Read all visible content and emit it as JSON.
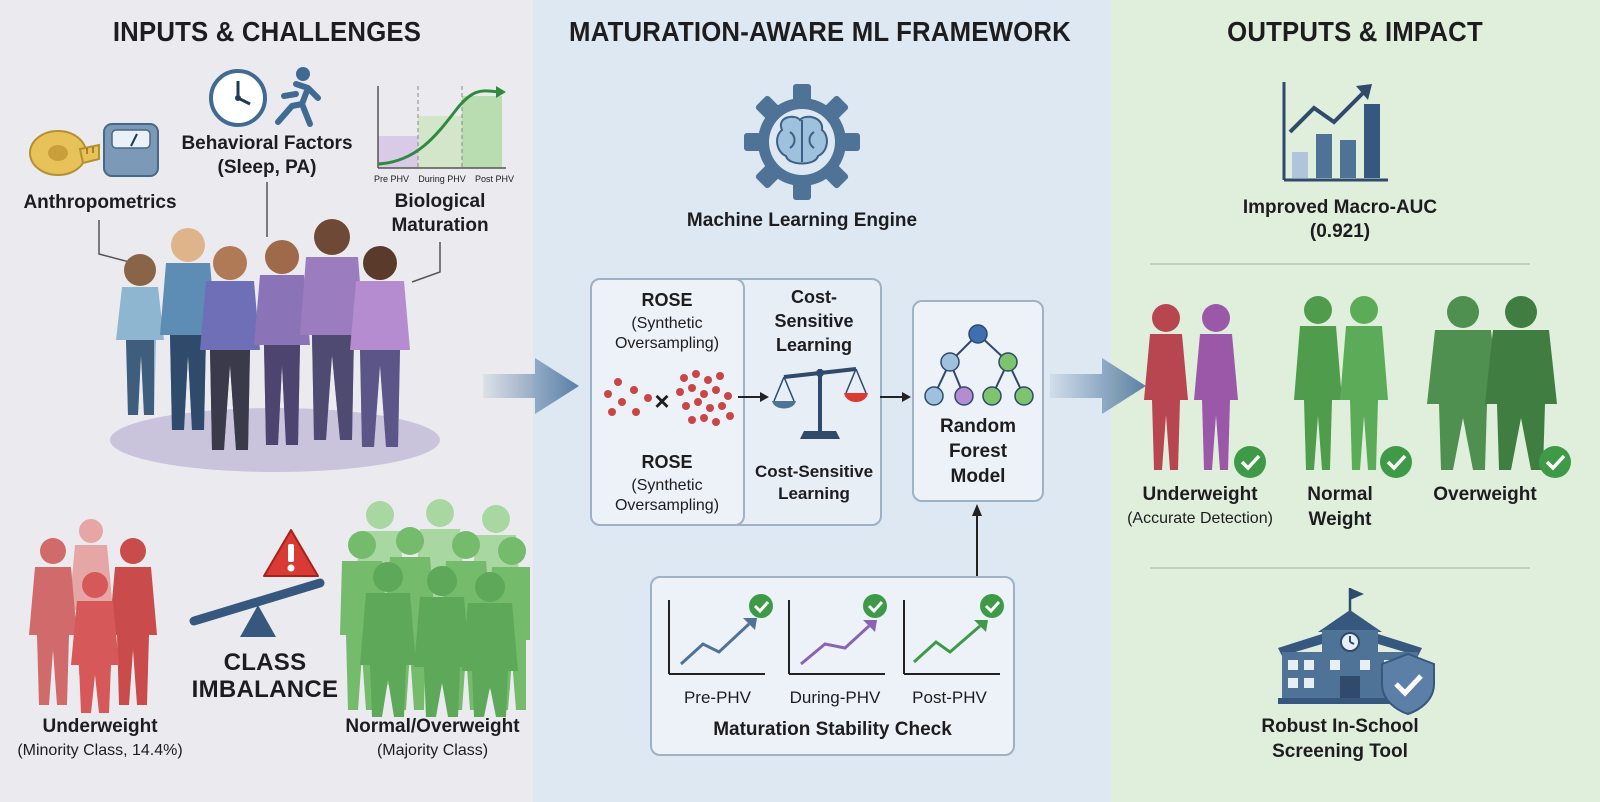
{
  "sections": {
    "inputs": "INPUTS & CHALLENGES",
    "framework": "MATURATION-AWARE ML FRAMEWORK",
    "outputs": "OUTPUTS & IMPACT"
  },
  "inputs": {
    "anthropometrics": "Anthropometrics",
    "behavioral_line1": "Behavioral Factors",
    "behavioral_line2": "(Sleep, PA)",
    "maturation_line1": "Biological",
    "maturation_line2": "Maturation",
    "phv_axis": [
      "Pre PHV",
      "During PHV",
      "Post PHV"
    ],
    "imbalance_line1": "CLASS",
    "imbalance_line2": "IMBALANCE",
    "underweight": "Underweight",
    "underweight_note": "(Minority Class, 14.4%)",
    "majority": "Normal/Overweight",
    "majority_note": "(Majority Class)"
  },
  "framework": {
    "engine": "Machine Learning Engine",
    "rose_title": "ROSE",
    "rose_note_1": "(Synthetic",
    "rose_note_2": "Oversampling)",
    "times": "×",
    "rose_title_2": "ROSE",
    "rose_note_3": "(Synthetic",
    "rose_note_4": "Oversampling)",
    "csl_line1": "Cost-",
    "csl_line2": "Sensitive",
    "csl_line3": "Learning",
    "csl_bottom_1": "Cost-Sensitive",
    "csl_bottom_2": "Learning",
    "rf_line1": "Random",
    "rf_line2": "Forest",
    "rf_line3": "Model",
    "stability_stages": [
      "Pre-PHV",
      "During-PHV",
      "Post-PHV"
    ],
    "stability_title": "Maturation Stability Check"
  },
  "outputs": {
    "auc_line1": "Improved Macro-AUC",
    "auc_line2": "(0.921)",
    "classes": [
      {
        "label_1": "Underweight",
        "label_2": "(Accurate Detection)"
      },
      {
        "label_1": "Normal",
        "label_2": "Weight"
      },
      {
        "label_1": "Overweight",
        "label_2": ""
      }
    ],
    "tool_line1": "Robust In-School",
    "tool_line2": "Screening Tool"
  },
  "colors": {
    "panel_left": "#ebebef",
    "panel_mid": "#dde8f2",
    "panel_right": "#e0efdc",
    "arrow": "#5b7fa6",
    "underweight_red": "#c94b4b",
    "majority_green": "#5ea85a",
    "check_green": "#3f9a48",
    "warning_red": "#d93a33",
    "navy": "#36587e"
  },
  "icons": [
    "tape-measure-icon",
    "scale-icon",
    "clock-icon",
    "runner-icon",
    "growth-curve-icon",
    "warning-icon",
    "seesaw-icon",
    "gear-brain-icon",
    "balance-scale-icon",
    "tree-icon",
    "bar-chart-icon",
    "school-icon",
    "shield-check-icon",
    "check-icon"
  ]
}
